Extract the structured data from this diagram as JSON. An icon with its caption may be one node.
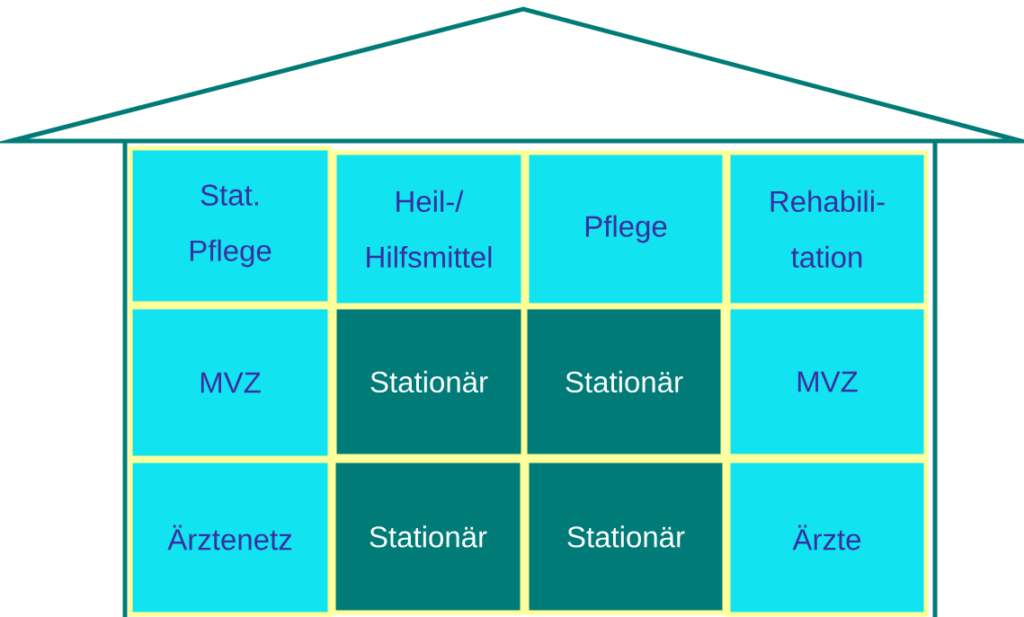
{
  "diagram": {
    "nodes": [
      {
        "text": [
          "Stat. Pflege"
        ]
      },
      {
        "text": [
          "Heil-/ Hilfsmittel"
        ]
      },
      {
        "text": [
          "Pflege"
        ]
      },
      {
        "text": [
          "Rehabili- tation"
        ]
      },
      {
        "text": [
          "MVZ"
        ]
      },
      {
        "text": [
          "Stationär"
        ]
      },
      {
        "text": [
          "Stationär"
        ]
      },
      {
        "text": [
          "MVZ"
        ]
      },
      {
        "text": [
          "Ärztenetz"
        ]
      },
      {
        "text": [
          "Stationär"
        ]
      },
      {
        "text": [
          "Stationär"
        ]
      },
      {
        "text": [
          "Ärzte"
        ]
      }
    ]
  }
}
